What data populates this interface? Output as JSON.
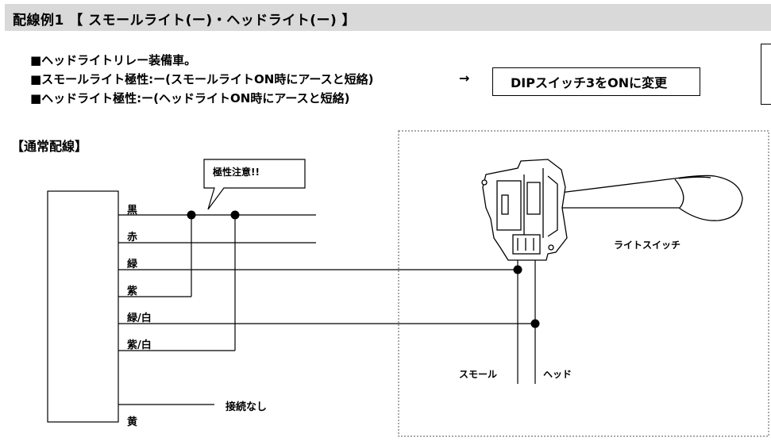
{
  "header": {
    "title": "配線例1 【 スモールライト(ー)・ヘッドライト(ー) 】"
  },
  "notes": [
    "■ヘッドライトリレー装備車。",
    "■スモールライト極性:ー(スモールライトON時にアースと短絡)",
    "■ヘッドライト極性:ー(ヘッドライトON時にアースと短絡)"
  ],
  "arrow": "→",
  "dip_note": "DIPスイッチ3をONに変更",
  "section_title": "【通常配線】",
  "callout": "極性注意!!",
  "wires": [
    "黒",
    "赤",
    "緑",
    "紫",
    "緑/白",
    "紫/白",
    "黄"
  ],
  "not_connected": "接続なし",
  "switch": {
    "label": "ライトスイッチ",
    "terminal_small": "スモール",
    "terminal_head": "ヘッド"
  },
  "icons": {
    "light_switch": "combination-light-switch-icon"
  }
}
